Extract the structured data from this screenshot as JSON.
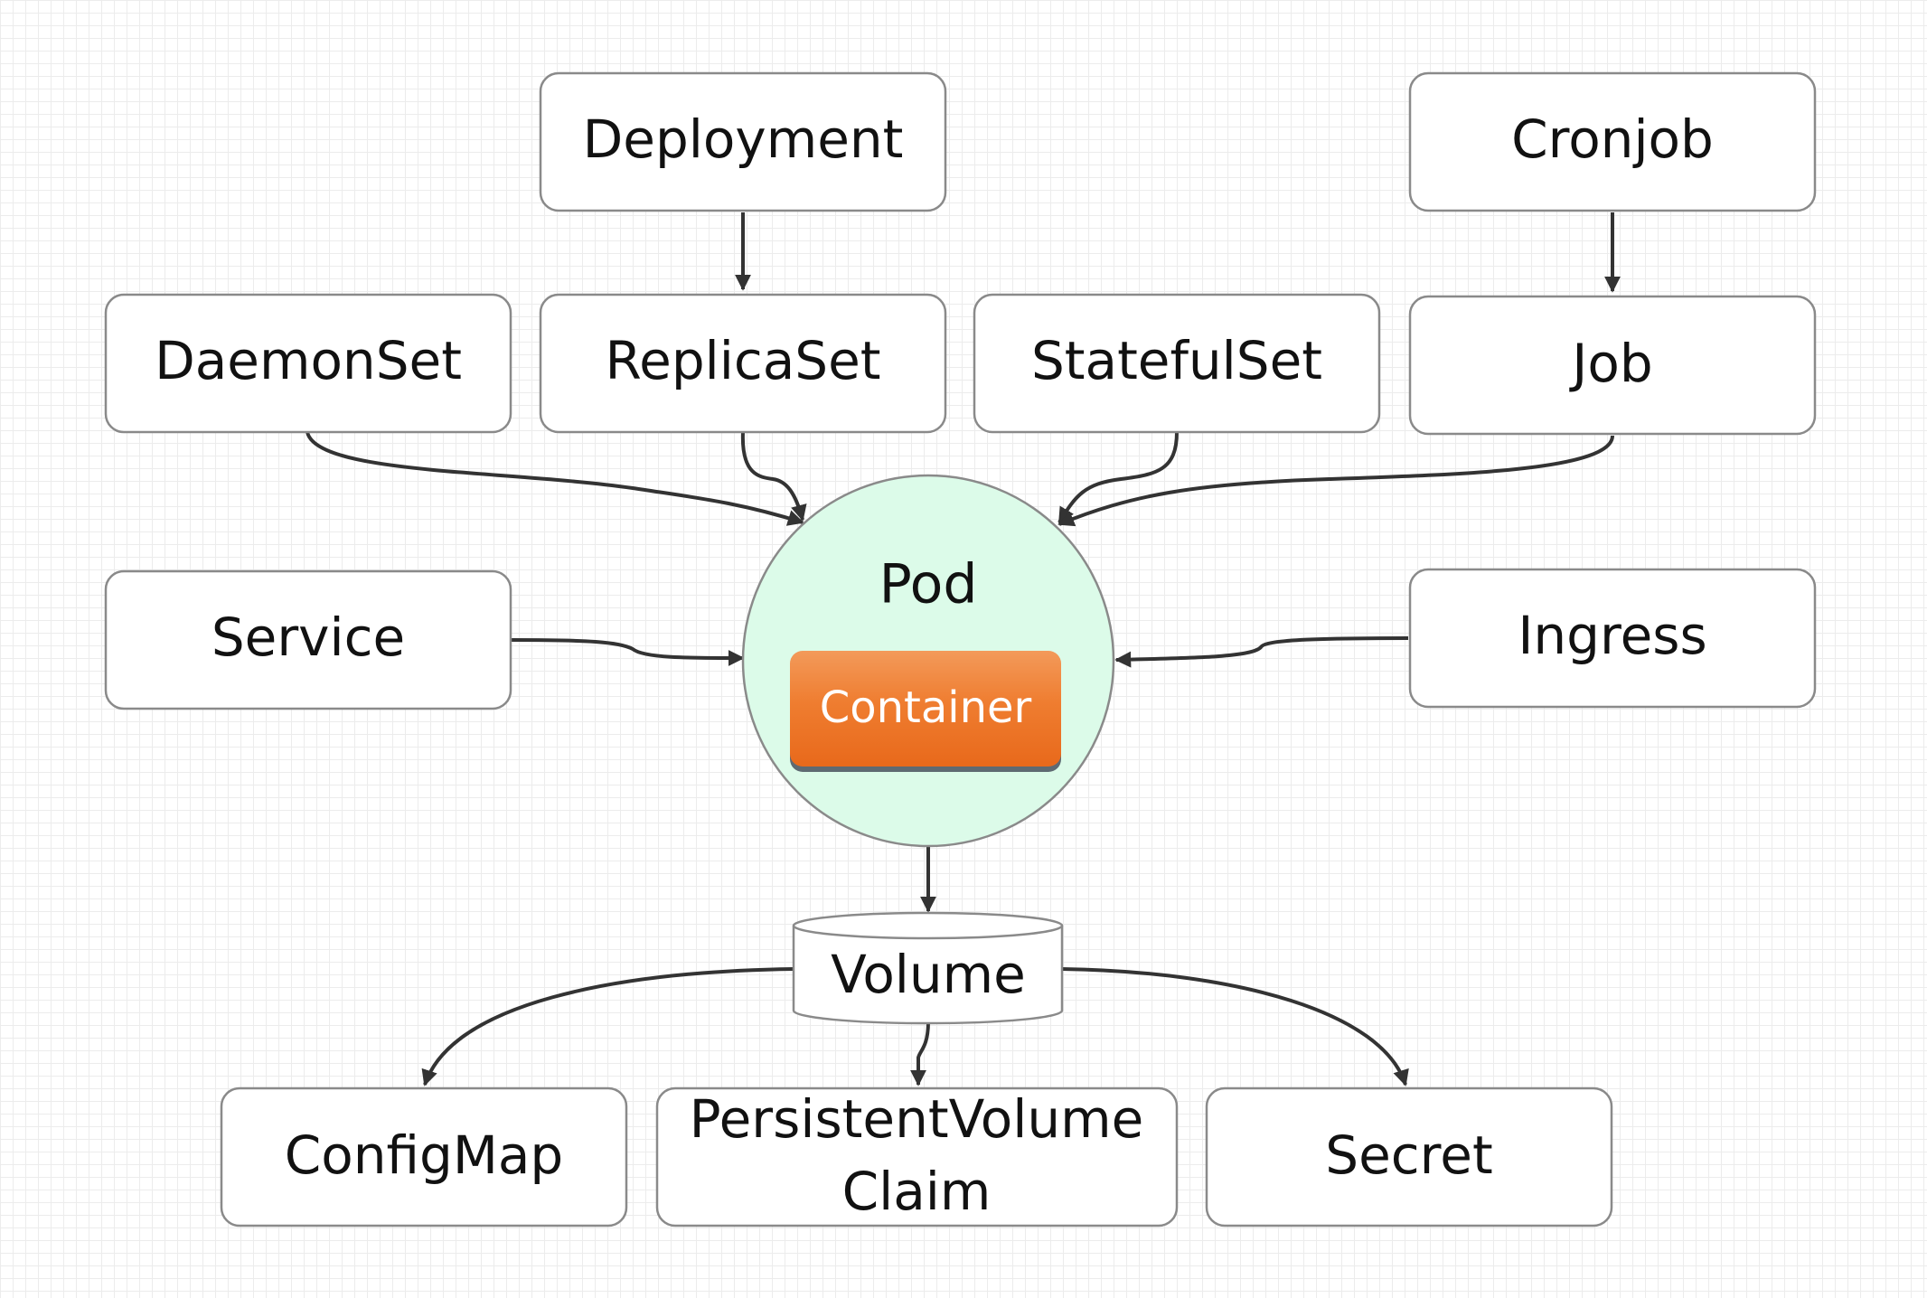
{
  "nodes": {
    "deployment": "Deployment",
    "cronjob": "Cronjob",
    "daemonset": "DaemonSet",
    "replicaset": "ReplicaSet",
    "statefulset": "StatefulSet",
    "job": "Job",
    "service": "Service",
    "ingress": "Ingress",
    "pod": "Pod",
    "container": "Container",
    "volume": "Volume",
    "configmap": "ConfigMap",
    "pvc_line1": "PersistentVolume",
    "pvc_line2": "Claim",
    "secret": "Secret"
  },
  "colors": {
    "pod_fill": "#dcfbe9",
    "container_fill": "#ee7625",
    "box_border": "#8a8a8a",
    "edge": "#333333"
  }
}
